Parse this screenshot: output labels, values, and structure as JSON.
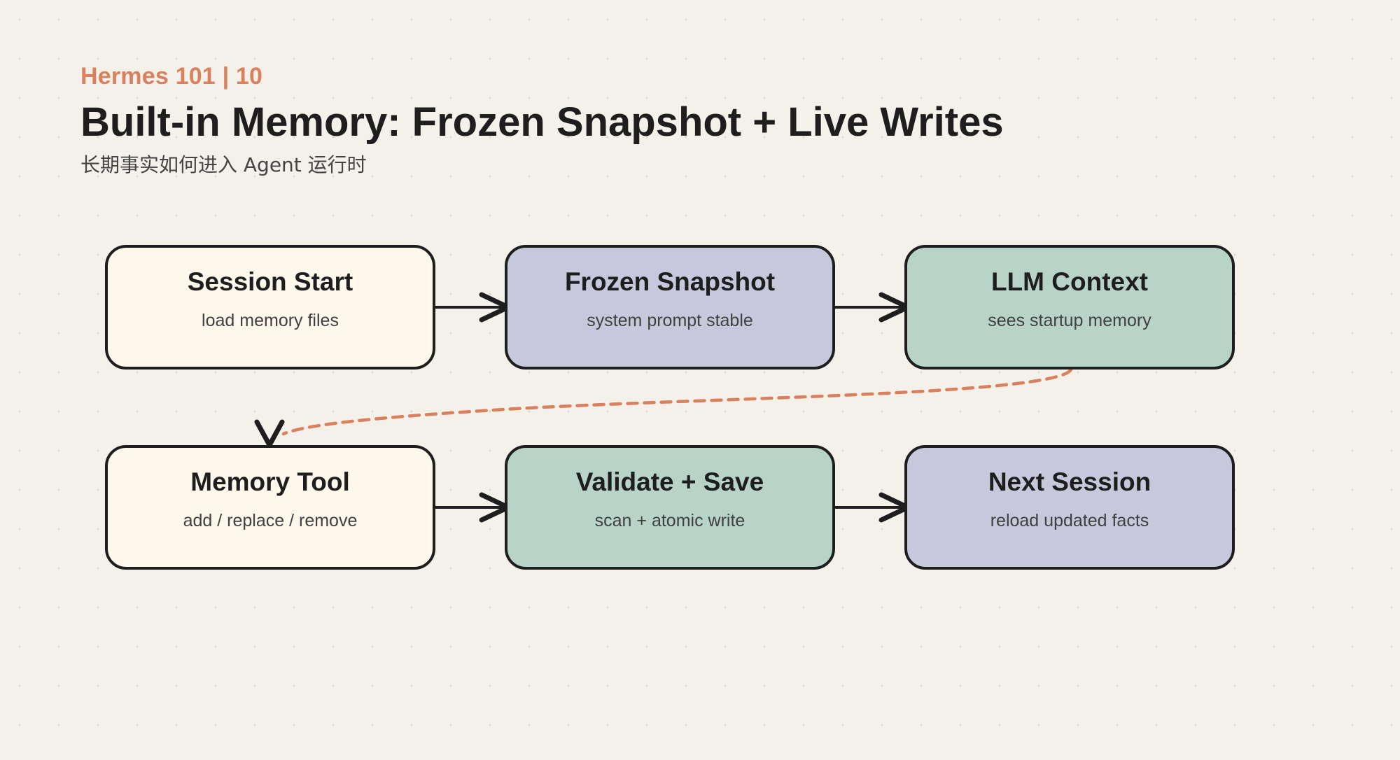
{
  "header": {
    "eyebrow": "Hermes 101 | 10",
    "title": "Built-in Memory: Frozen Snapshot + Live Writes",
    "subtitle": "长期事实如何进入 Agent 运行时"
  },
  "colors": {
    "cream": "#fdf7ec",
    "lavender": "#c8c8dc",
    "sage": "#b8d3c7",
    "accent": "#d9805f",
    "stroke": "#1e1e1e"
  },
  "nodes": [
    {
      "id": "session-start",
      "label": "Session Start",
      "sub": "load memory files",
      "fill": "#fdf7ec"
    },
    {
      "id": "frozen-snapshot",
      "label": "Frozen Snapshot",
      "sub": "system prompt stable",
      "fill": "#c8c8dc"
    },
    {
      "id": "llm-context",
      "label": "LLM Context",
      "sub": "sees startup memory",
      "fill": "#b8d3c7"
    },
    {
      "id": "memory-tool",
      "label": "Memory Tool",
      "sub": "add / replace / remove",
      "fill": "#fdf7ec"
    },
    {
      "id": "validate-save",
      "label": "Validate + Save",
      "sub": "scan + atomic write",
      "fill": "#b8d3c7"
    },
    {
      "id": "next-session",
      "label": "Next Session",
      "sub": "reload updated facts",
      "fill": "#c8c8dc"
    }
  ],
  "edges": [
    {
      "from": "session-start",
      "to": "frozen-snapshot",
      "style": "solid"
    },
    {
      "from": "frozen-snapshot",
      "to": "llm-context",
      "style": "solid"
    },
    {
      "from": "llm-context",
      "to": "memory-tool",
      "style": "dashed"
    },
    {
      "from": "memory-tool",
      "to": "validate-save",
      "style": "solid"
    },
    {
      "from": "validate-save",
      "to": "next-session",
      "style": "solid"
    }
  ]
}
